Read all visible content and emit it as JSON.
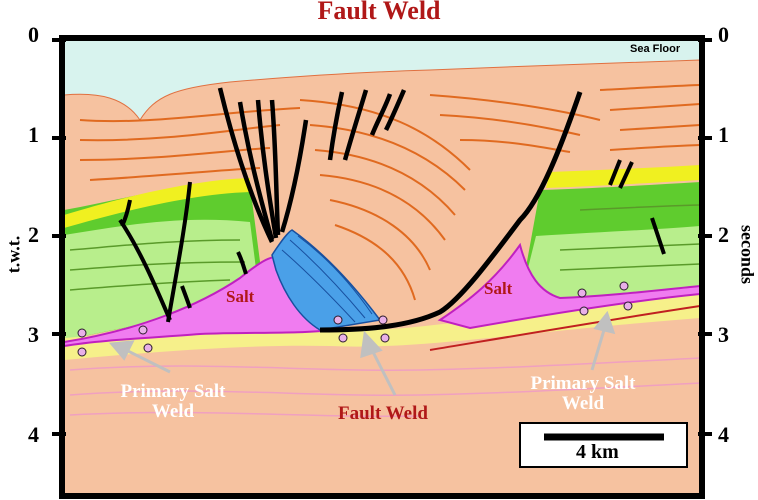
{
  "title": "Fault Weld",
  "axes": {
    "left_label": "t.w.t.",
    "right_label": "seconds",
    "ticks": [
      "0",
      "1",
      "2",
      "3",
      "4"
    ]
  },
  "labels": {
    "sea_floor": "Sea Floor",
    "salt_left": "Salt",
    "salt_right": "Salt",
    "primary_weld_left": "Primary Salt Weld",
    "fault_weld": "Fault Weld",
    "primary_weld_right": "Primary Salt Weld",
    "scale": "4 km"
  },
  "colors": {
    "title": "#b01818",
    "water": "#d8f3ee",
    "overburden": "#f6c2a0",
    "green_dark": "#5fcc2e",
    "green_light": "#b8ee8c",
    "yellow": "#f0f020",
    "salt": "#f07cf0",
    "blue_salt": "#4aa0e8",
    "basement": "#f07a2a",
    "weld_marker": "#e8b0e8"
  }
}
